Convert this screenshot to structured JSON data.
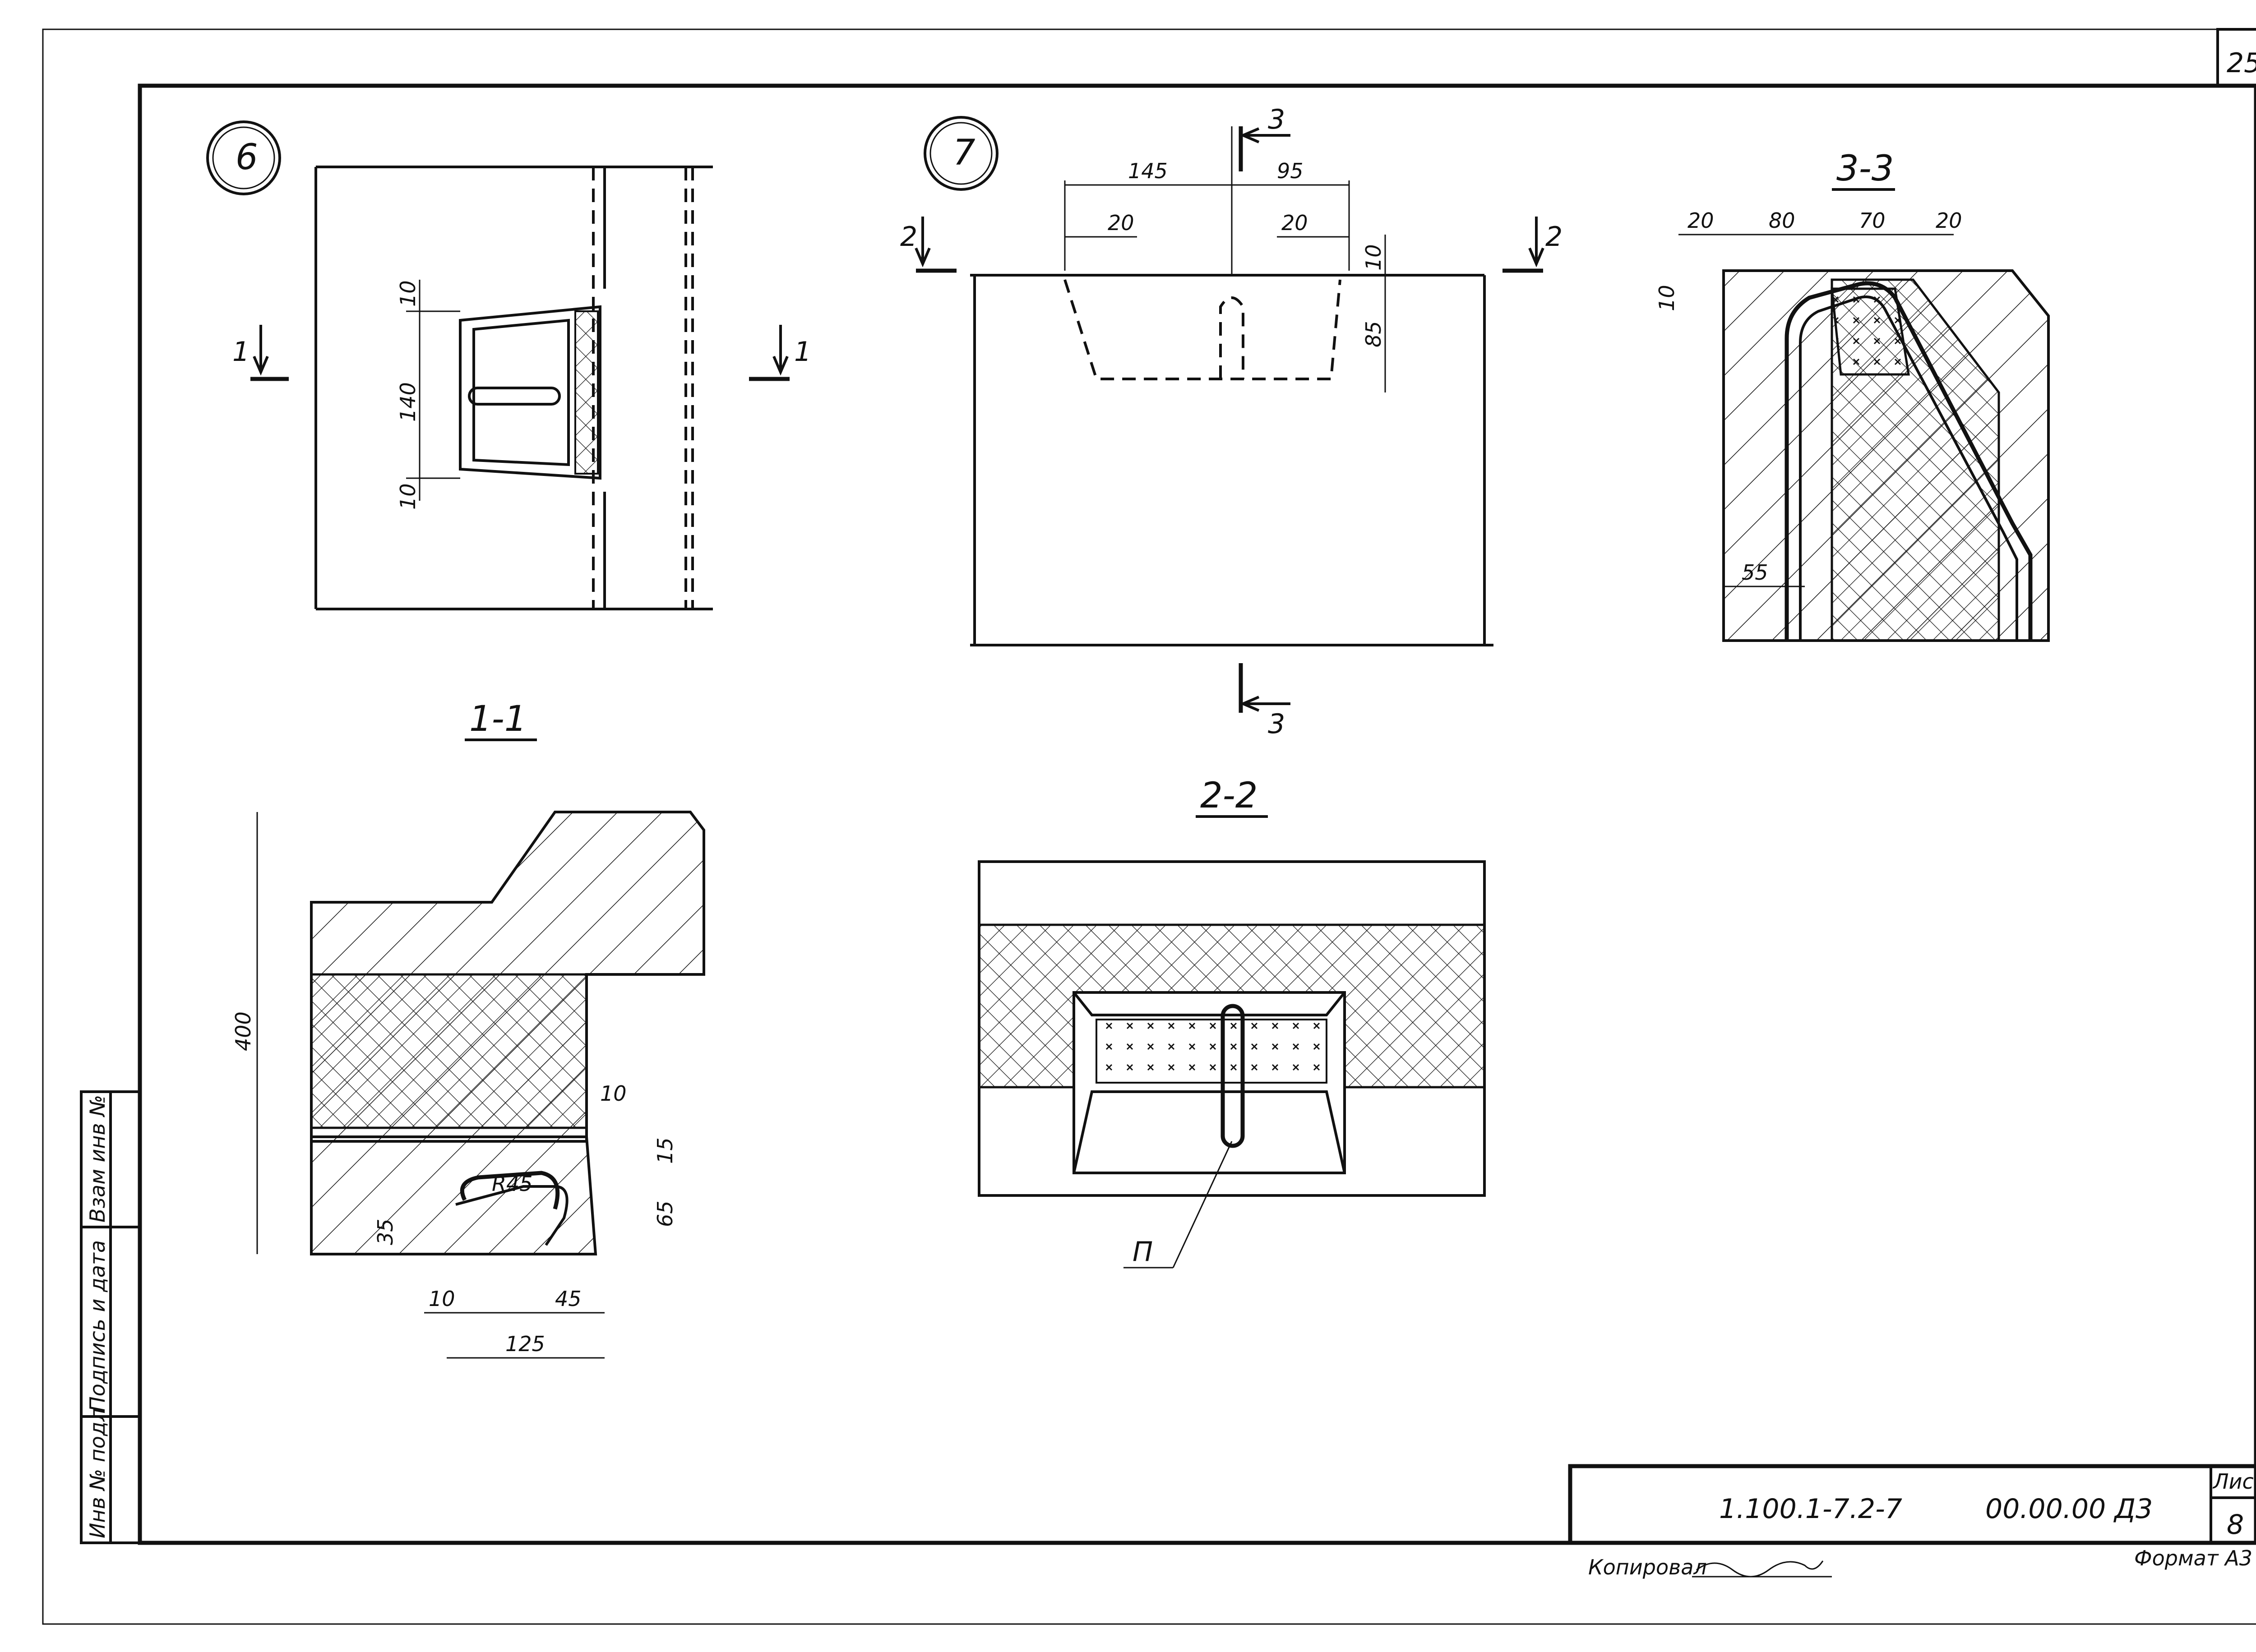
{
  "sheet": {
    "page_number": "25"
  },
  "callouts": {
    "detail6": "6",
    "detail7": "7"
  },
  "sections": {
    "s11": "1-1",
    "s22": "2-2",
    "s33": "3-3"
  },
  "markers": {
    "m1": "1",
    "m2": "2",
    "m3": "3"
  },
  "dims": {
    "d6_top": "10",
    "d6_mid": "140",
    "d6_bot": "10",
    "d7_145": "145",
    "d7_95": "95",
    "d7_20a": "20",
    "d7_20b": "20",
    "d7_10": "10",
    "d7_85": "85",
    "d33_20a": "20",
    "d33_80": "80",
    "d33_70": "70",
    "d33_20b": "20",
    "d33_10": "10",
    "d33_55": "55",
    "d11_400": "400",
    "d11_10": "10",
    "d11_15": "15",
    "d11_65": "65",
    "d11_35": "35",
    "d11_r45": "R45",
    "d11_10b": "10",
    "d11_45": "45",
    "d11_125": "125"
  },
  "callout_label": {
    "p": "П"
  },
  "title_block": {
    "code": "1.100.1-7.2-7",
    "doc": "00.00.00 Д3",
    "sheet_label": "Лист",
    "sheet_no": "8",
    "copied_by": "Копировал",
    "format": "Формат А3"
  },
  "side_stamp": {
    "inv_orig": "Инв № подл",
    "sign_date": "Подпись и дата",
    "replace_inv": "Взам инв №"
  },
  "colors": {
    "ink": "#111111",
    "paper": "#ffffff"
  }
}
